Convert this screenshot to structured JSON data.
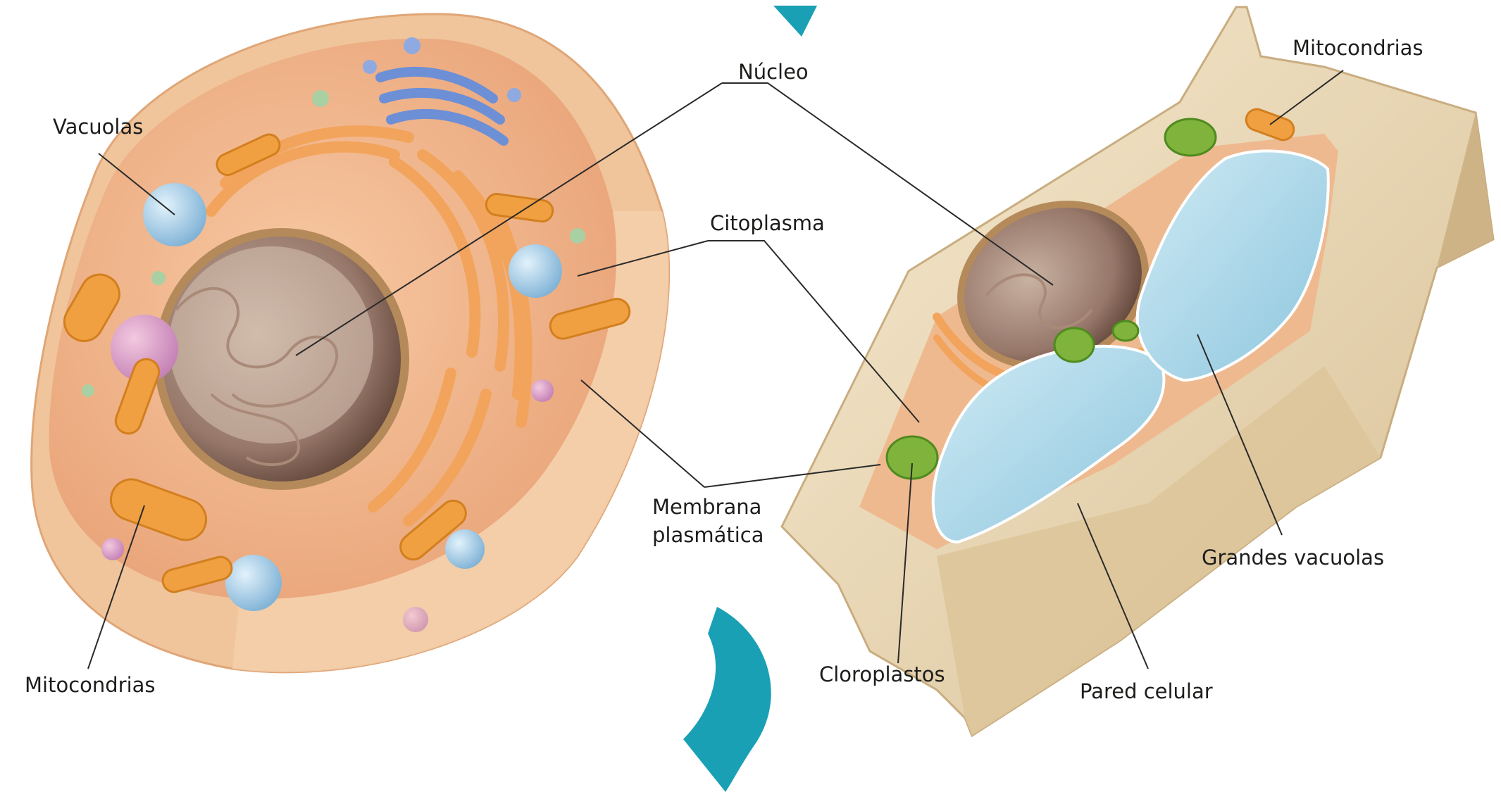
{
  "labels": {
    "vacuolas": "Vacuolas",
    "mitocondrias_animal": "Mitocondrias",
    "nucleo": "Núcleo",
    "citoplasma": "Citoplasma",
    "membrana_line1": "Membrana",
    "membrana_line2": "plasmática",
    "mitocondrias_vegetal": "Mitocondrias",
    "grandes_vacuolas": "Grandes vacuolas",
    "cloroplastos": "Cloroplastos",
    "pared_celular": "Pared celular"
  },
  "colors": {
    "animal_cytoplasm": "#f1b48b",
    "animal_membrane": "#f3c9a0",
    "nucleus": "#8a6a58",
    "reticulum": "#f2a45c",
    "golgi": "#6d8fd6",
    "vacuole": "#9cc6e6",
    "mitochondria": "#f0a040",
    "cell_wall": "#eedcb4",
    "plant_vacuole": "#a9d6e8",
    "chloroplast": "#7fb33c",
    "arrow_accent": "#1aa0b4"
  }
}
